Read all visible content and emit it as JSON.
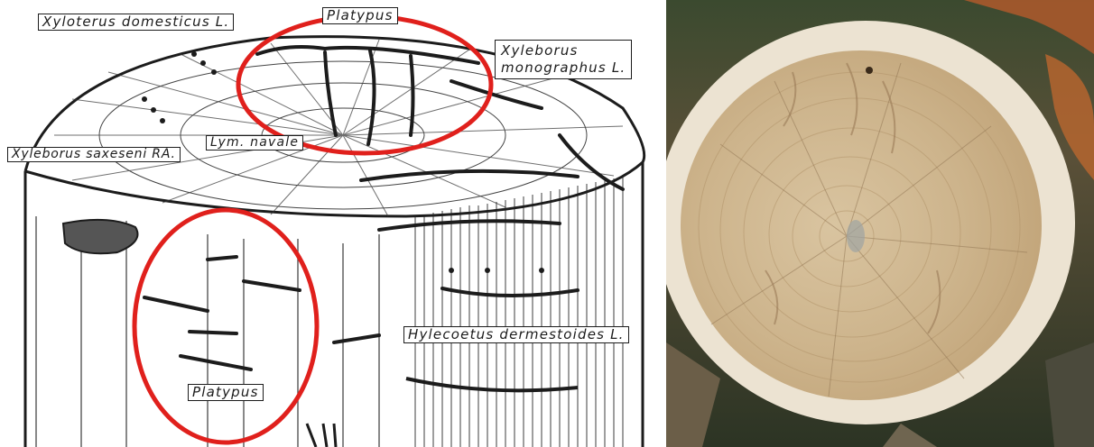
{
  "image": {
    "left_panel": "engraving",
    "right_panel": "photograph",
    "highlight_color": "#e0201c",
    "ink_color": "#1c1c1c"
  },
  "labels": {
    "xyloterus": "Xyloterus domesticus L.",
    "platypus_top": "Platypus",
    "monographus_line1": "Xyleborus",
    "monographus_line2": "monographus L.",
    "lymnavale": "Lym. navale",
    "saxeseni": "Xyleborus saxeseni RA.",
    "hylecoetus": "Hylecoetus dermestoides L.",
    "platypus_bottom": "Platypus"
  }
}
